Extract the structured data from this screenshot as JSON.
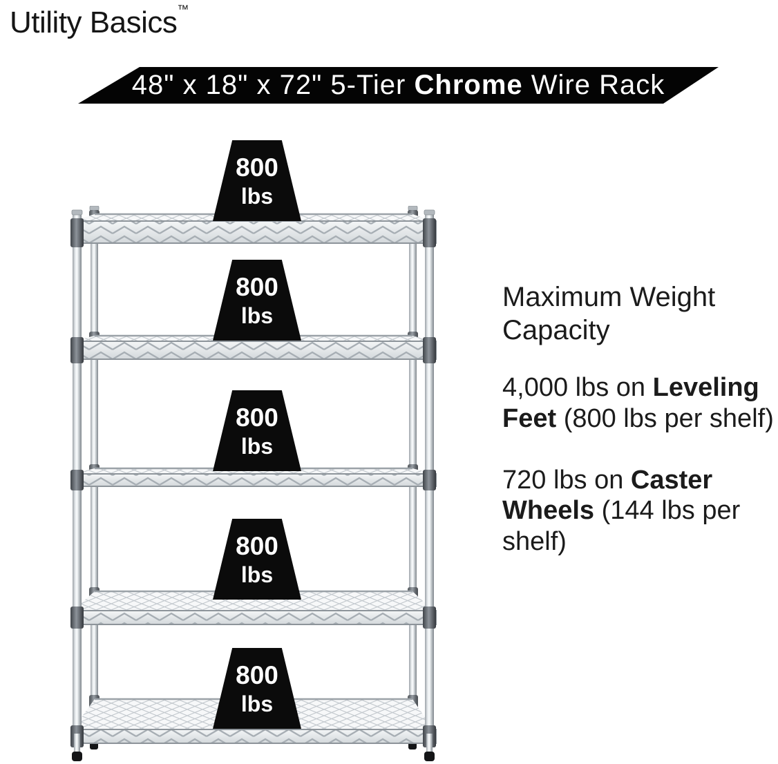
{
  "brand": {
    "name": "Utility Basics",
    "trademark": "™"
  },
  "banner": {
    "prefix": "48\" x 18\" x 72\" 5-Tier ",
    "highlight": "Chrome",
    "suffix": " Wire Rack",
    "bg_color": "#000000",
    "text_color": "#ffffff"
  },
  "rack": {
    "tier_count": "5",
    "finish": "chrome"
  },
  "shelf_badges": [
    {
      "value": "800",
      "unit": "lbs"
    },
    {
      "value": "800",
      "unit": "lbs"
    },
    {
      "value": "800",
      "unit": "lbs"
    },
    {
      "value": "800",
      "unit": "lbs"
    },
    {
      "value": "800",
      "unit": "lbs"
    }
  ],
  "info_panel": {
    "heading": "Maximum Weight Capacity",
    "items": [
      {
        "prefix": "4,000 lbs on ",
        "highlight": "Leveling Feet",
        "suffix": " (800 lbs per shelf)"
      },
      {
        "prefix": "720 lbs on ",
        "highlight": "Caster Wheels",
        "suffix": " (144 lbs per shelf)"
      }
    ]
  },
  "colors": {
    "badge_bg": "#0b0b0b",
    "badge_text": "#ffffff",
    "body_text": "#1b1b1b"
  }
}
